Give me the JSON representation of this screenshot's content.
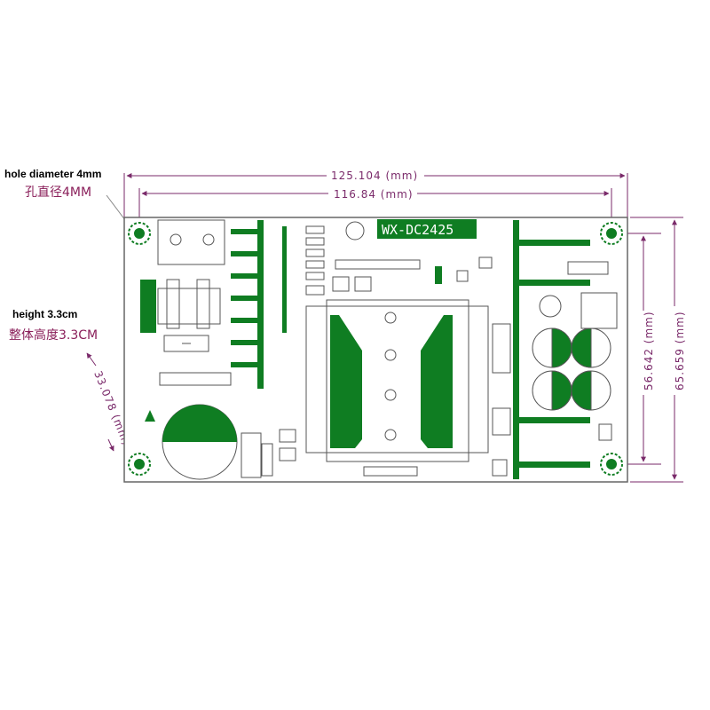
{
  "board": {
    "model": "WX-DC2425",
    "colors": {
      "trace": "#0f7d22",
      "dimension": "#7a2a6a",
      "annotation": "#8a1f5a",
      "outline": "#555555"
    }
  },
  "dimensions": {
    "overall_width": "125.104 (mm)",
    "hole_spacing_width": "116.84 (mm)",
    "hole_spacing_height": "56.642 (mm)",
    "overall_height": "65.659 (mm)",
    "capacitor_dim": "33.078 (mm)"
  },
  "annotations": {
    "hole_diameter_en": "hole diameter 4mm",
    "hole_diameter_cn": "孔直径4MM",
    "height_en": "height 3.3cm",
    "height_cn": "整体高度3.3CM"
  },
  "icons": [
    "mounting-hole-icon",
    "esd-warning-icon",
    "transformer-icon",
    "capacitor-icon"
  ]
}
